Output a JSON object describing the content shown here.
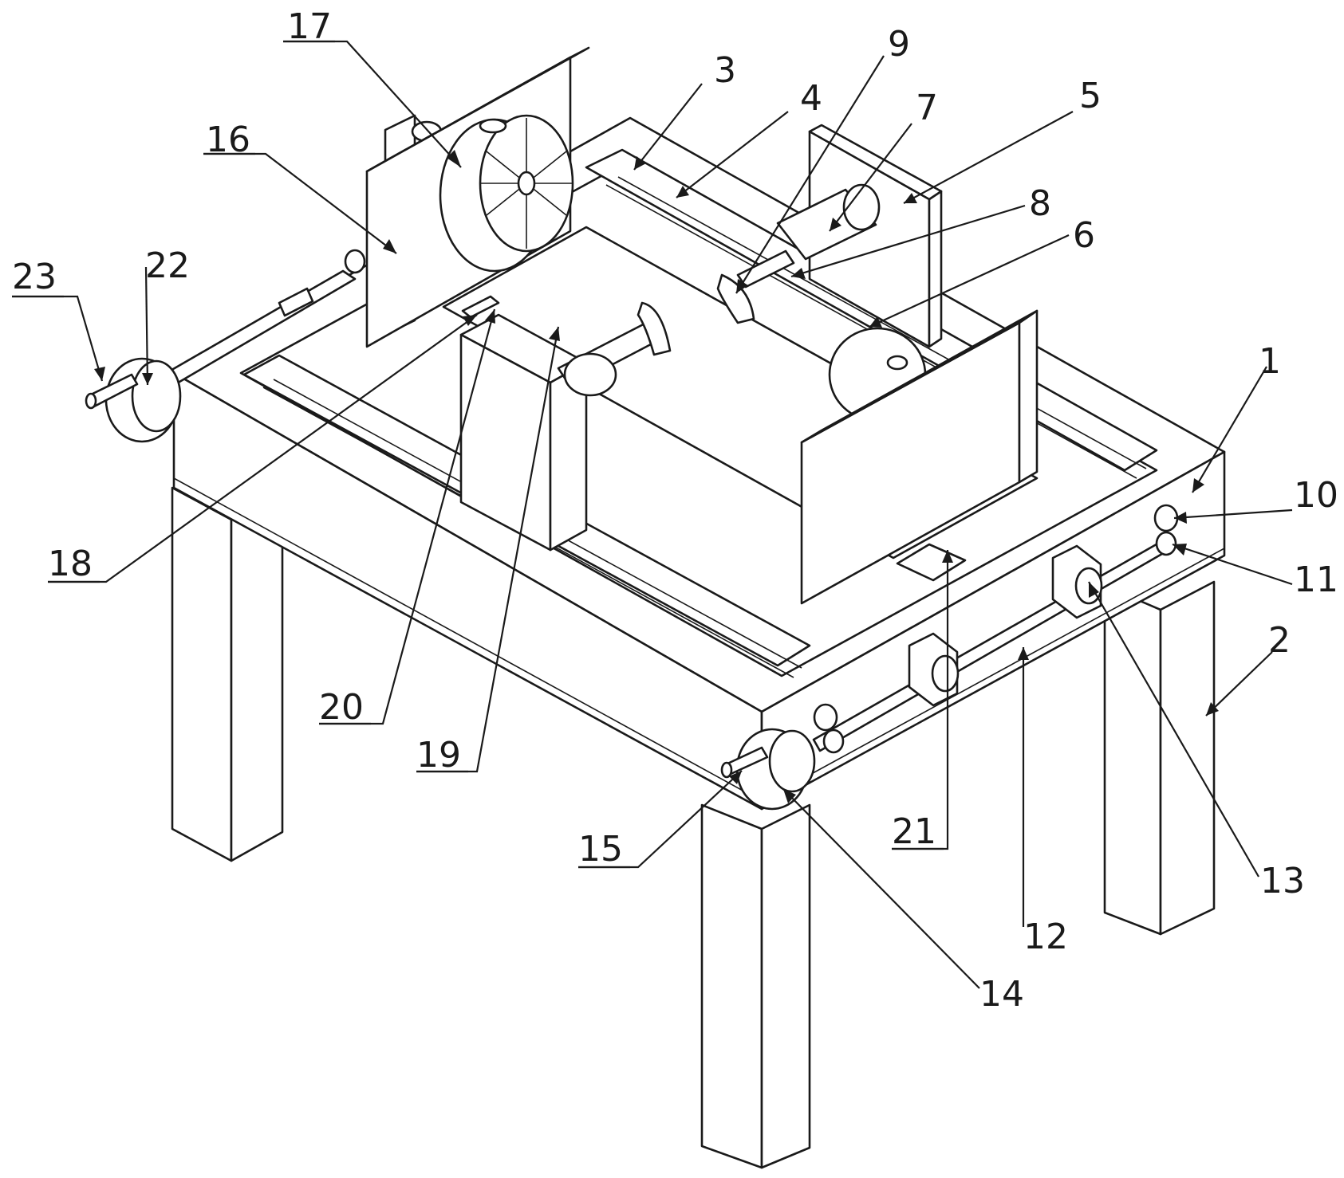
{
  "figure": {
    "callouts": [
      {
        "id": "c1",
        "text": "1"
      },
      {
        "id": "c2",
        "text": "2"
      },
      {
        "id": "c3",
        "text": "3"
      },
      {
        "id": "c4",
        "text": "4"
      },
      {
        "id": "c5",
        "text": "5"
      },
      {
        "id": "c6",
        "text": "6"
      },
      {
        "id": "c7",
        "text": "7"
      },
      {
        "id": "c8",
        "text": "8"
      },
      {
        "id": "c9",
        "text": "9"
      },
      {
        "id": "c10",
        "text": "10"
      },
      {
        "id": "c11",
        "text": "11"
      },
      {
        "id": "c12",
        "text": "12"
      },
      {
        "id": "c13",
        "text": "13"
      },
      {
        "id": "c14",
        "text": "14"
      },
      {
        "id": "c15",
        "text": "15"
      },
      {
        "id": "c16",
        "text": "16"
      },
      {
        "id": "c17",
        "text": "17"
      },
      {
        "id": "c18",
        "text": "18"
      },
      {
        "id": "c19",
        "text": "19"
      },
      {
        "id": "c20",
        "text": "20"
      },
      {
        "id": "c21",
        "text": "21"
      },
      {
        "id": "c22",
        "text": "22"
      },
      {
        "id": "c23",
        "text": "23"
      }
    ]
  }
}
